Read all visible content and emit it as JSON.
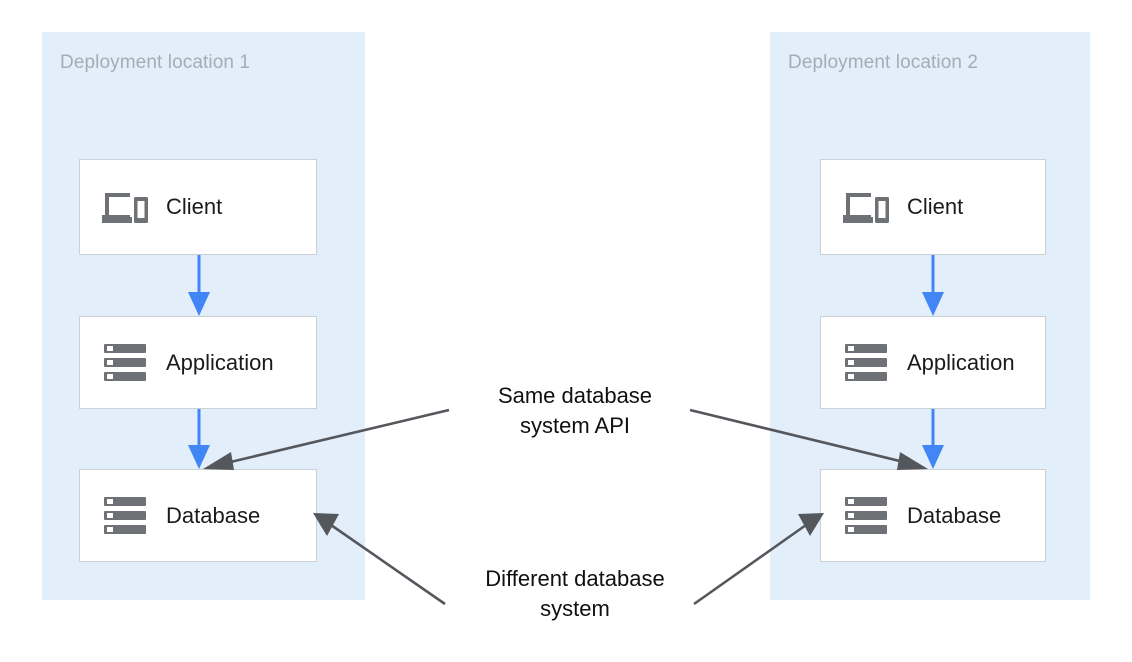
{
  "diagram": {
    "type": "deployment-architecture",
    "background_color": "#ffffff",
    "panel_color": "#e3eefb",
    "flow_arrow_color": "#4285f4",
    "callout_arrow_color": "#5f6368",
    "panels": [
      {
        "id": "location-1",
        "title": "Deployment location 1",
        "nodes": [
          {
            "id": "client-1",
            "label": "Client",
            "icon": "devices-icon"
          },
          {
            "id": "app-1",
            "label": "Application",
            "icon": "server-icon"
          },
          {
            "id": "database-1",
            "label": "Database",
            "icon": "server-icon"
          }
        ],
        "connections": [
          {
            "from": "client-1",
            "to": "app-1",
            "style": "solid",
            "color": "#4285f4"
          },
          {
            "from": "app-1",
            "to": "database-1",
            "style": "solid",
            "color": "#4285f4"
          }
        ]
      },
      {
        "id": "location-2",
        "title": "Deployment location 2",
        "nodes": [
          {
            "id": "client-2",
            "label": "Client",
            "icon": "devices-icon"
          },
          {
            "id": "app-2",
            "label": "Application",
            "icon": "server-icon"
          },
          {
            "id": "database-2",
            "label": "Database",
            "icon": "server-icon"
          }
        ],
        "connections": [
          {
            "from": "client-2",
            "to": "app-2",
            "style": "solid",
            "color": "#4285f4"
          },
          {
            "from": "app-2",
            "to": "database-2",
            "style": "solid",
            "color": "#4285f4"
          }
        ]
      }
    ],
    "annotations": [
      {
        "id": "same-api",
        "text": "Same database\nsystem API",
        "points_to": [
          "database-1",
          "database-2"
        ]
      },
      {
        "id": "different-system",
        "text": "Different database\nsystem",
        "points_to": [
          "database-1",
          "database-2"
        ]
      }
    ]
  }
}
